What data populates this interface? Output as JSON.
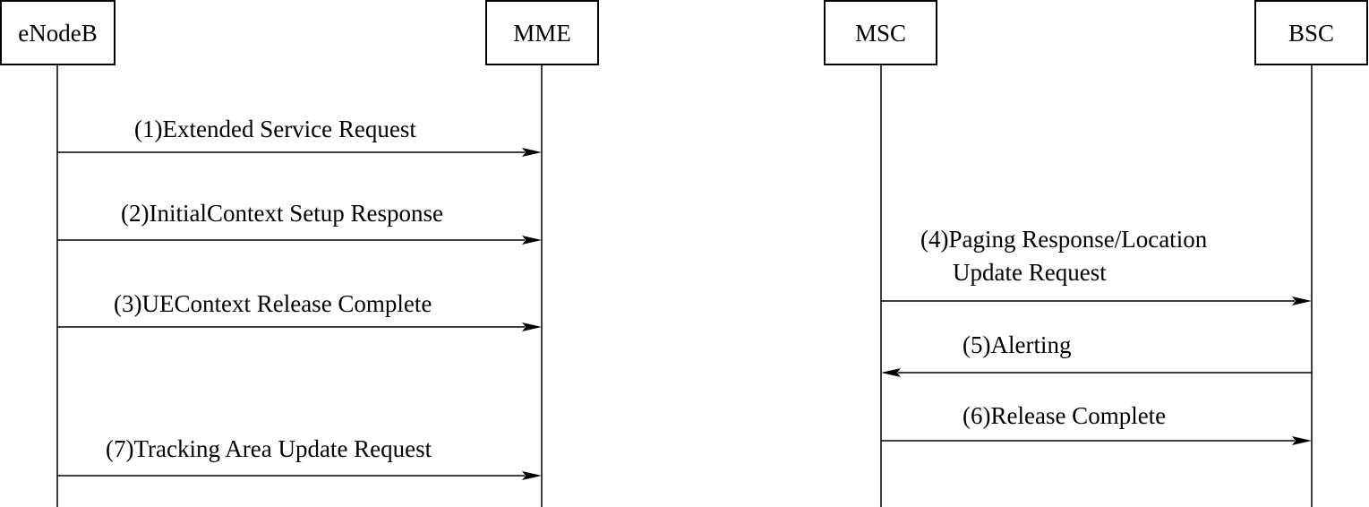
{
  "left_diagram": {
    "nodes": {
      "enodeb": "eNodeB",
      "mme": "MME"
    },
    "messages": [
      {
        "lines": [
          "(1)Extended Service Request"
        ],
        "from": "eNodeB",
        "to": "MME"
      },
      {
        "lines": [
          "(2)InitialContext Setup Response"
        ],
        "from": "eNodeB",
        "to": "MME"
      },
      {
        "lines": [
          "(3)UEContext Release Complete"
        ],
        "from": "eNodeB",
        "to": "MME"
      },
      {
        "lines": [
          "(7)Tracking Area Update Request"
        ],
        "from": "eNodeB",
        "to": "MME"
      }
    ]
  },
  "right_diagram": {
    "nodes": {
      "msc": "MSC",
      "bsc": "BSC"
    },
    "messages": [
      {
        "lines": [
          "(4)Paging Response/Location",
          "Update Request"
        ],
        "from": "MSC",
        "to": "BSC"
      },
      {
        "lines": [
          "(5)Alerting"
        ],
        "from": "BSC",
        "to": "MSC"
      },
      {
        "lines": [
          "(6)Release Complete"
        ],
        "from": "MSC",
        "to": "BSC"
      }
    ]
  }
}
